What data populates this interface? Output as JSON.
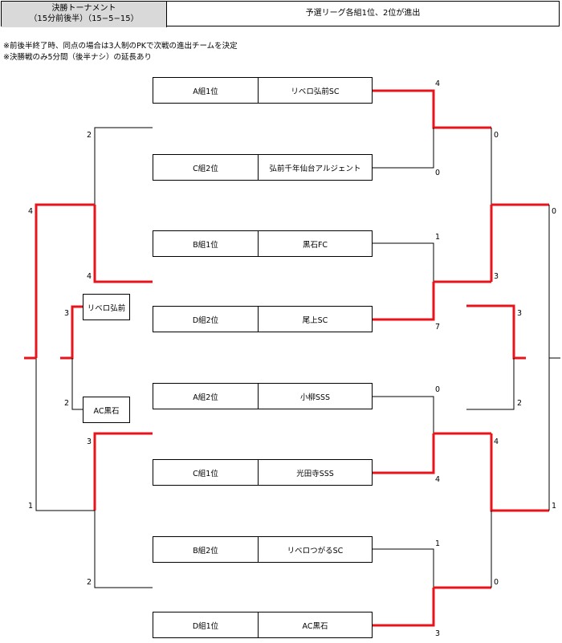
{
  "header": {
    "title": "決勝トーナメント",
    "subtitle": "（15分前後半）（15−5−15）",
    "info": "予選リーグ各組1位、2位が進出"
  },
  "notes": [
    "※前後半終了時、同点の場合は3人制のPKで次戦の進出チームを決定",
    "※決勝戦のみ5分間（後半ナシ）の延長あり"
  ],
  "teams": [
    {
      "group": "A組1位",
      "name": "リベロ弘前SC"
    },
    {
      "group": "C組2位",
      "name": "弘前千年仙台アルジェント"
    },
    {
      "group": "B組1位",
      "name": "黒石FC"
    },
    {
      "group": "D組2位",
      "name": "尾上SC"
    },
    {
      "group": "A組2位",
      "name": "小柳SSS"
    },
    {
      "group": "C組1位",
      "name": "光田寺SSS"
    },
    {
      "group": "B組2位",
      "name": "リベロつがるSC"
    },
    {
      "group": "D組1位",
      "name": "AC黒石"
    }
  ],
  "semifinal": {
    "top": "リベロ弘前",
    "bottom": "AC黒石"
  },
  "scores": {
    "r1_right": [
      "4",
      "0",
      "1",
      "7",
      "0",
      "4",
      "1",
      "3"
    ],
    "r2_right": [
      "0",
      "3",
      "4",
      "0"
    ],
    "r3_right": [
      "0",
      "1"
    ],
    "final_right": [
      "3",
      "2"
    ],
    "left_r1": [
      "2",
      "4",
      "3",
      "2"
    ],
    "left_r2": [
      "4",
      "1"
    ],
    "left_semi": [
      "3",
      "2"
    ]
  },
  "colors": {
    "winner_line": "#e8141b",
    "line": "#000000",
    "header_bg": "#d9d9d9"
  }
}
